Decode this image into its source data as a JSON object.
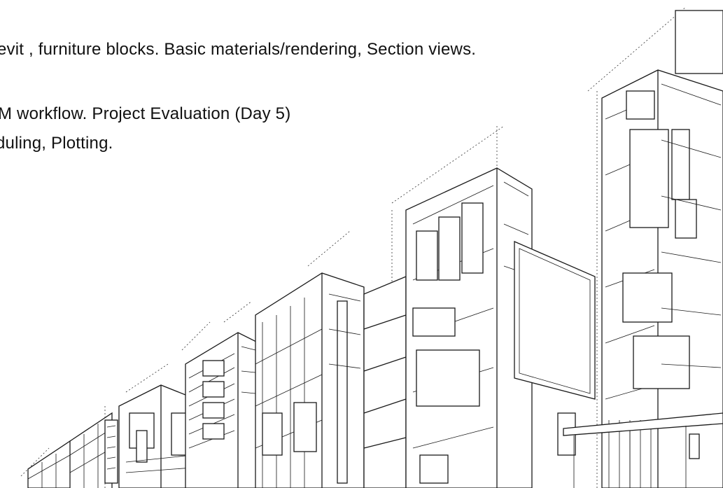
{
  "lines": [
    "evit , furniture blocks. Basic materials/rendering, Section views.",
    "M workflow. Project Evaluation (Day 5)",
    "duling, Plotting."
  ],
  "illustration": {
    "subject": "line-art-perspective-buildings"
  }
}
